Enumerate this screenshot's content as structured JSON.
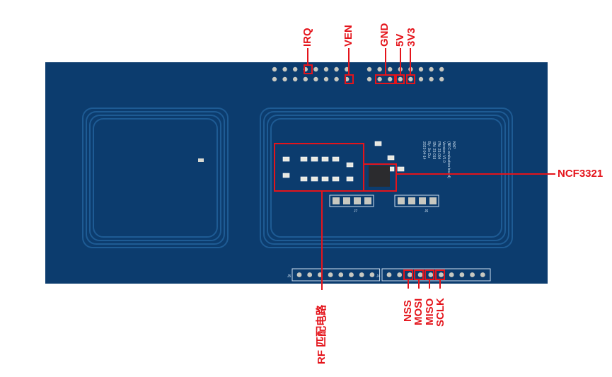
{
  "colors": {
    "board": "#0c3c6e",
    "annotation": "#e4141b",
    "trace": "#1e5b94",
    "pad": "#c8c8c0"
  },
  "top_pins": {
    "irq": "IRQ",
    "ven": "VEN",
    "gnd": "GND",
    "v5": "5V",
    "v3v3": "3V3"
  },
  "callouts": {
    "chip": "NCF3321",
    "rf": "RF 匹配电路"
  },
  "bottom_pins": {
    "nss": "NSS",
    "mosi": "MOSI",
    "miso": "MISO",
    "sclk": "SCLK"
  },
  "silkscreen": {
    "j7": "J7",
    "j6": "J6",
    "j5": "J5",
    "j4": "J4",
    "board_text": [
      "NXP",
      "(NFC evaluation board)",
      "Version: V1.0",
      "PN: 23-004",
      "SN: 23-019",
      "By: Jie Du",
      "2023-04-14"
    ]
  }
}
